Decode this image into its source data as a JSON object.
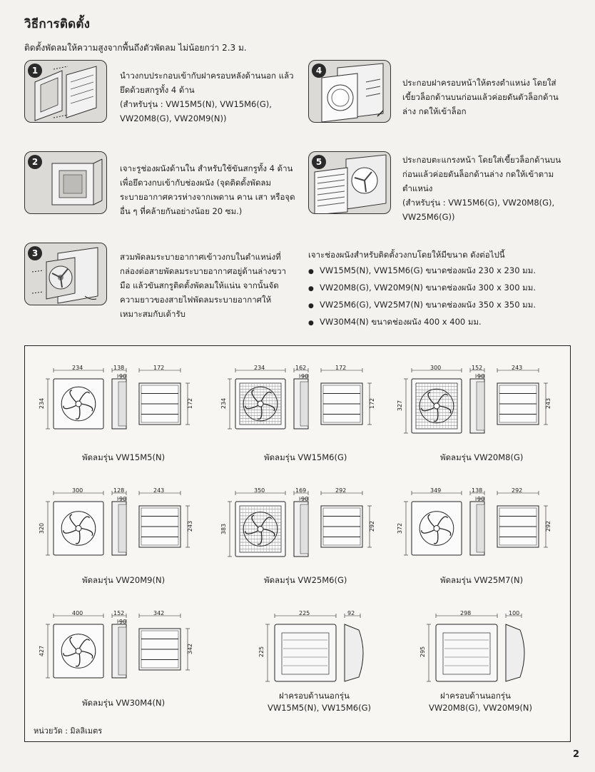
{
  "heading": "วิธีการติดตั้ง",
  "intro": "ติดตั้งพัดลมให้ความสูงจากพื้นถึงตัวพัดลม ไม่น้อยกว่า 2.3 ม.",
  "steps": [
    {
      "num": "1",
      "lines": [
        "นำวงกบประกอบเข้ากับฝาครอบหลังด้านนอก แล้ว",
        "ยึดด้วยสกรูทั้ง 4 ด้าน",
        "(สำหรับรุ่น : VW15M5(N), VW15M6(G),",
        "VW20M8(G), VW20M9(N))"
      ]
    },
    {
      "num": "2",
      "lines": [
        "เจาะรูช่องผนังด้านใน สำหรับใช้ขันสกรูทั้ง 4 ด้าน",
        "เพื่อยึดวงกบเข้ากับช่องผนัง (จุดติดตั้งพัดลม",
        "ระบายอากาศควรห่างจากเพดาน คาน เสา หรือจุด",
        "อื่น ๆ ที่คล้ายกันอย่างน้อย 20 ซม.)"
      ]
    },
    {
      "num": "3",
      "lines": [
        "สวมพัดลมระบายอากาศเข้าวงกบในตำแหน่งที่",
        "กล่องต่อสายพัดลมระบายอากาศอยู่ด้านล่างขวา",
        "มือ แล้วขันสกรูติดตั้งพัดลมให้แน่น จากนั้นจัด",
        "ความยาวของสายไฟพัดลมระบายอากาศให้",
        "เหมาะสมกับเต้ารับ"
      ]
    },
    {
      "num": "4",
      "lines": [
        "ประกอบฝาครอบหน้าให้ตรงตำแหน่ง โดยใส่",
        "เขี้ยวล็อกด้านบนก่อนแล้วค่อยดันตัวล็อกด้าน",
        "ล่าง กดให้เข้าล็อก"
      ]
    },
    {
      "num": "5",
      "lines": [
        "ประกอบตะแกรงหน้า โดยใส่เขี้ยวล็อกด้านบน",
        "ก่อนแล้วค่อยดันล็อกด้านล่าง กดให้เข้าตาม",
        "ตำแหน่ง",
        "(สำหรับรุ่น : VW15M6(G), VW20M8(G),",
        "VW25M6(G))"
      ]
    }
  ],
  "wall": {
    "title": "เจาะช่องผนังสำหรับติดตั้งวงกบโดยให้มีขนาด ดังต่อไปนี้",
    "items": [
      "VW15M5(N), VW15M6(G) ขนาดช่องผนัง 230 x 230 มม.",
      "VW20M8(G), VW20M9(N) ขนาดช่องผนัง 300 x 300 มม.",
      "VW25M6(G), VW25M7(N) ขนาดช่องผนัง 350 x 350 มม.",
      "VW30M4(N) ขนาดช่องผนัง 400 x 400 มม."
    ]
  },
  "models": [
    {
      "caption": "พัดลมรุ่น VW15M5(N)",
      "w": "234",
      "h": "234",
      "d": "138",
      "d2": "90",
      "gw": "172",
      "gh": "172",
      "grille": false
    },
    {
      "caption": "พัดลมรุ่น VW15M6(G)",
      "w": "234",
      "h": "234",
      "d": "162",
      "d2": "90",
      "gw": "172",
      "gh": "172",
      "grille": true
    },
    {
      "caption": "พัดลมรุ่น VW20M8(G)",
      "w": "300",
      "h": "327",
      "d": "152",
      "d2": "90",
      "gw": "243",
      "gh": "243",
      "grille": true
    },
    {
      "caption": "พัดลมรุ่น VW20M9(N)",
      "w": "300",
      "h": "320",
      "d": "128",
      "d2": "90",
      "gw": "243",
      "gh": "243",
      "grille": false
    },
    {
      "caption": "พัดลมรุ่น VW25M6(G)",
      "w": "350",
      "h": "383",
      "d": "169",
      "d2": "90",
      "gw": "292",
      "gh": "292",
      "grille": true
    },
    {
      "caption": "พัดลมรุ่น VW25M7(N)",
      "w": "349",
      "h": "372",
      "d": "138",
      "d2": "90",
      "gw": "292",
      "gh": "292",
      "grille": false
    },
    {
      "caption": "พัดลมรุ่น VW30M4(N)",
      "w": "400",
      "h": "427",
      "d": "152",
      "d2": "90",
      "gw": "342",
      "gh": "342",
      "grille": false
    }
  ],
  "covers": [
    {
      "caption1": "ฝาครอบด้านนอกรุ่น",
      "caption2": "VW15M5(N), VW15M6(G)",
      "w": "225",
      "h": "225",
      "d": "92"
    },
    {
      "caption1": "ฝาครอบด้านนอกรุ่น",
      "caption2": "VW20M8(G), VW20M9(N)",
      "w": "298",
      "h": "295",
      "d": "100"
    }
  ],
  "unit_label": "หน่วยวัด : มิลลิเมตร",
  "page_number": "2"
}
